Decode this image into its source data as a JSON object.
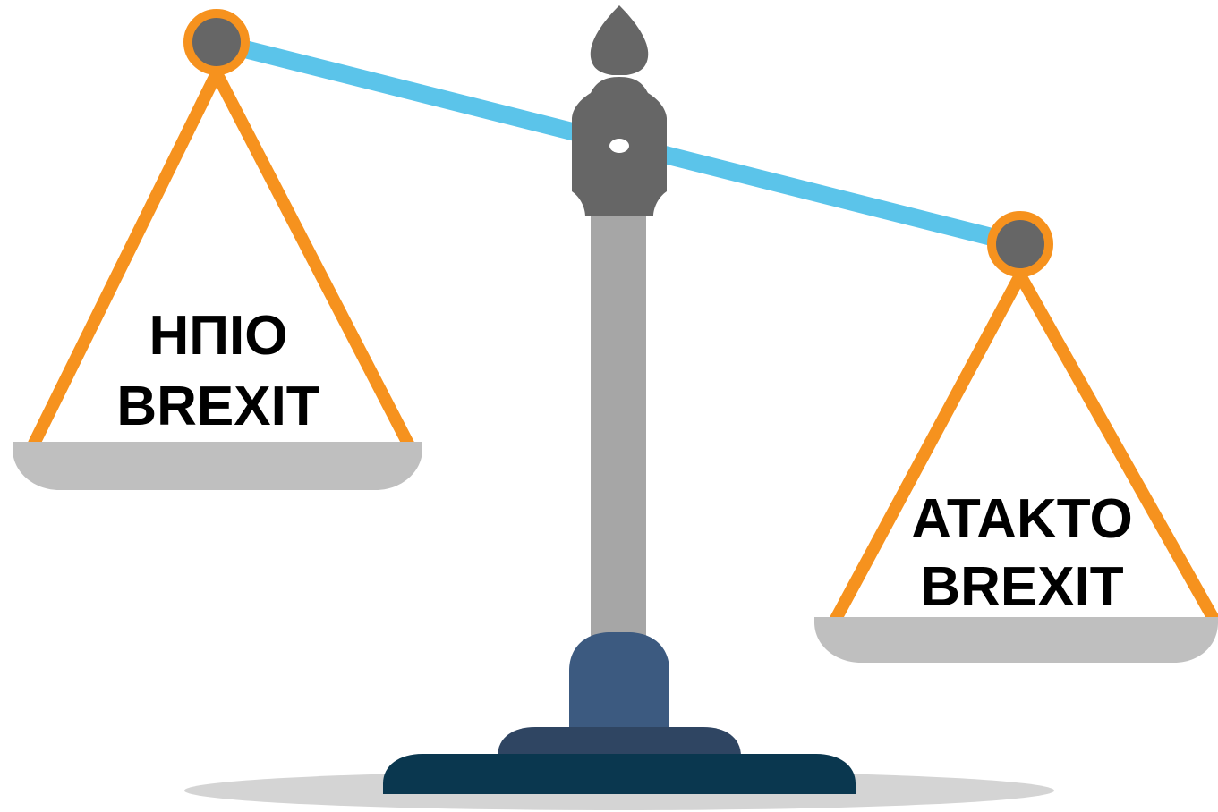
{
  "left_pan": {
    "line1": "ΗΠΙΟ",
    "line2": "BREXIT"
  },
  "right_pan": {
    "line1": "ΑΤΑΚΤΟ",
    "line2": "BREXIT"
  },
  "colors": {
    "beam": "#5bc4ea",
    "chain": "#f6921e",
    "pivot": "#666666",
    "pole": "#a6a6a6",
    "pan": "#bfbfbf",
    "base_top": "#3c5a80",
    "base_mid": "#2f4562",
    "base_bottom": "#0a374f",
    "shadow": "#d4d4d4"
  }
}
